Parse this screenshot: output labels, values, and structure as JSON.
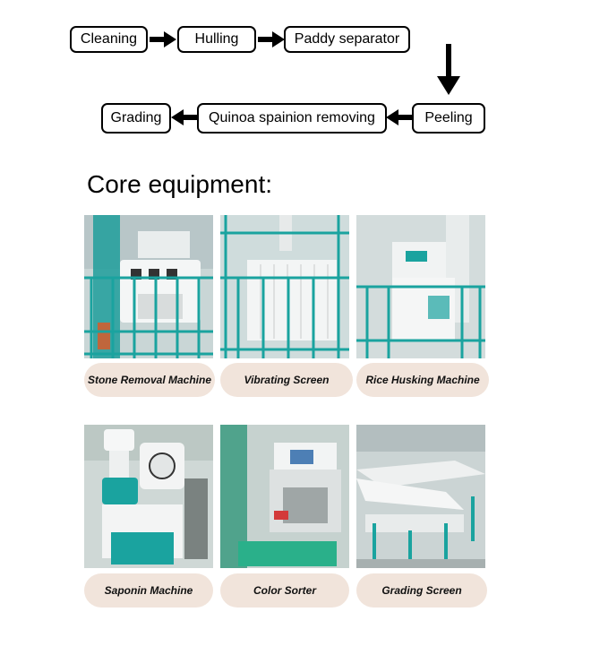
{
  "flow": {
    "steps": [
      "Cleaning",
      "Hulling",
      "Paddy separator",
      "Peeling",
      "Quinoa spainion removing",
      "Grading"
    ]
  },
  "heading": "Core equipment:",
  "equipment": [
    {
      "name": "Stone Removal Machine"
    },
    {
      "name": "Vibrating Screen"
    },
    {
      "name": "Rice Husking Machine"
    },
    {
      "name": "Saponin Machine"
    },
    {
      "name": "Color Sorter"
    },
    {
      "name": "Grading Screen"
    }
  ],
  "colors": {
    "caption_bg": "#f1e4db",
    "frame_teal": "#19a3a0",
    "machine_white": "#f2f4f5"
  }
}
